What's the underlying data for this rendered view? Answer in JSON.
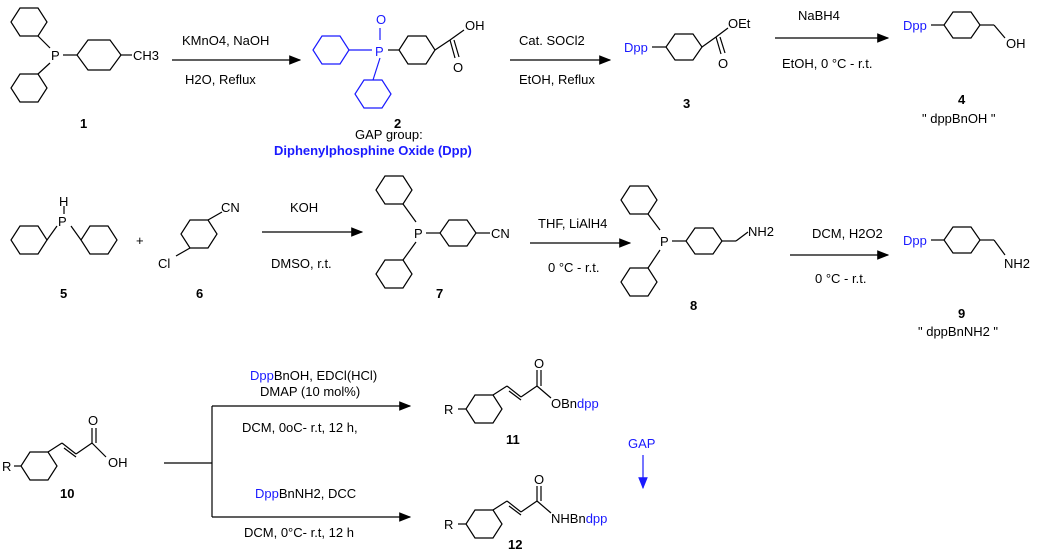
{
  "colors": {
    "accent": "#1a1aff",
    "ink": "#000000",
    "background": "#ffffff"
  },
  "row1": {
    "c1": {
      "label": "1",
      "ch3": "CH3",
      "p": "P"
    },
    "step1": {
      "top": "KMnO4, NaOH",
      "bottom": "H2O, Reflux"
    },
    "c2": {
      "label": "2",
      "p": "P",
      "o": "O",
      "oh": "OH",
      "o2": "O"
    },
    "gap_title": "GAP group:",
    "gap_name": "Diphenylphosphine Oxide (Dpp)",
    "step2": {
      "top": "Cat. SOCl2",
      "bottom": "EtOH, Reflux"
    },
    "c3": {
      "label": "3",
      "dpp": "Dpp",
      "oet": "OEt",
      "o": "O"
    },
    "step3": {
      "top": "NaBH4",
      "bottom": "EtOH, 0 °C - r.t."
    },
    "c4": {
      "label": "4",
      "dpp": "Dpp",
      "oh": "OH",
      "alias": "\" dppBnOH \""
    }
  },
  "row2": {
    "c5": {
      "label": "5",
      "h": "H",
      "p": "P"
    },
    "plus": "+",
    "c6": {
      "label": "6",
      "cl": "Cl",
      "cn": "CN"
    },
    "step4": {
      "top": "KOH",
      "bottom": "DMSO, r.t."
    },
    "c7": {
      "label": "7",
      "p": "P",
      "cn": "CN"
    },
    "step5": {
      "top": "THF, LiAlH4",
      "bottom": "0 °C - r.t."
    },
    "c8": {
      "label": "8",
      "p": "P",
      "nh2": "NH2"
    },
    "step6": {
      "top": "DCM, H2O2",
      "bottom": "0 °C - r.t."
    },
    "c9": {
      "label": "9",
      "dpp": "Dpp",
      "nh2": "NH2",
      "alias": "\" dppBnNH2 \""
    }
  },
  "row3": {
    "c10": {
      "label": "10",
      "r": "R",
      "oh": "OH",
      "o": "O"
    },
    "upper": {
      "line1": "DppBnOH,  EDCl(HCl)",
      "line2": "DMAP (10 mol%)",
      "line3": "DCM, 0oC- r.t, 12 h,"
    },
    "lower": {
      "line1": "DppBnNH2, DCC",
      "line2": "DCM, 0°C- r.t, 12 h"
    },
    "c11": {
      "label": "11",
      "r": "R",
      "o": "O",
      "obn": "OBndpp"
    },
    "gap": "GAP",
    "c12": {
      "label": "12",
      "r": "R",
      "o": "O",
      "nhbn": "NHBndpp"
    }
  }
}
